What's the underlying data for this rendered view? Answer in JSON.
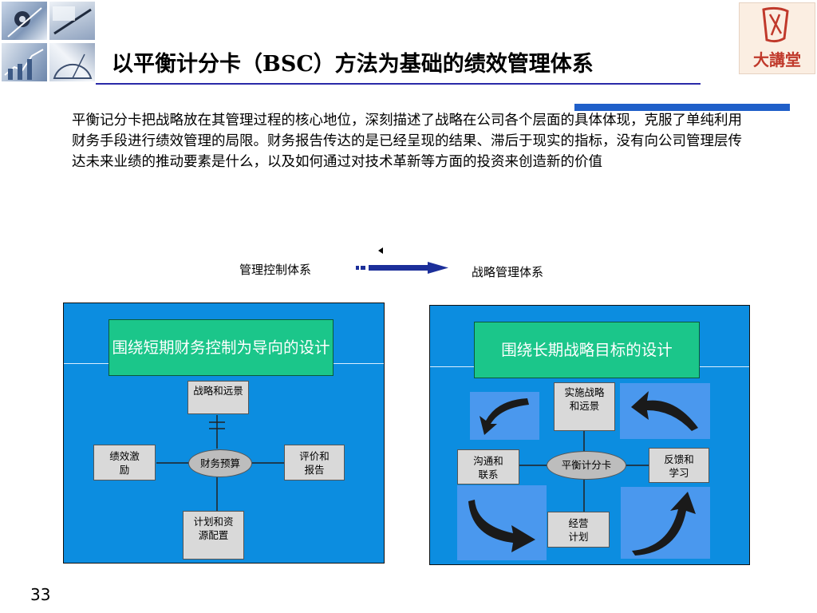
{
  "header": {
    "title": "以平衡计分卡（BSC）方法为基础的绩效管理体系",
    "logo_text": "大講堂"
  },
  "paragraph": "平衡记分卡把战略放在其管理过程的核心地位，深刻描述了战略在公司各个层面的具体体现，克服了单纯利用财务手段进行绩效管理的局限。财务报告传达的是已经呈现的结果、滞后于现实的指标，没有向公司管理层传达未来业绩的推动要素是什么，以及如何通过对技术革新等方面的投资来创造新的价值",
  "transition": {
    "from_label": "管理控制体系",
    "to_label": "战略管理体系"
  },
  "left_panel": {
    "header": "围绕短期财务控制为导向的设计",
    "center": "财务预算",
    "top": "战略和远景",
    "left": "绩效激励",
    "right": "评价和报告",
    "bottom": "计划和资源配置"
  },
  "right_panel": {
    "header": "围绕长期战略目标的设计",
    "center": "平衡计分卡",
    "top": "实施战略和远景",
    "left": "沟通和联系",
    "right": "反馈和学习",
    "bottom": "经营计划"
  },
  "page_number": "33",
  "colors": {
    "panel_blue": "#0c8de0",
    "header_green": "#1bc68a",
    "title_rule": "#2a2aa8",
    "accent_bar": "#1f5fc9"
  }
}
